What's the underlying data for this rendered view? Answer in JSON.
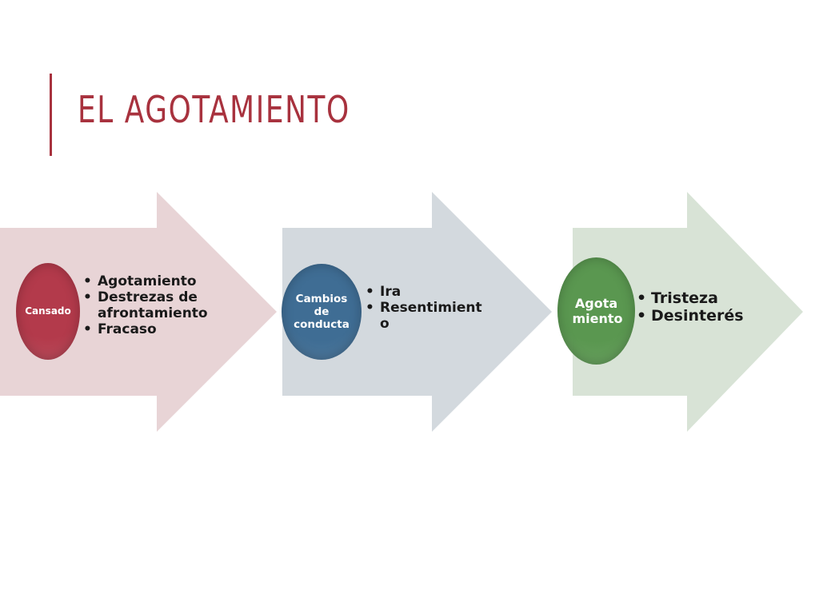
{
  "slide": {
    "title": "EL AGOTAMIENTO",
    "accent_color": "#a8323e"
  },
  "stages": [
    {
      "label": "Cansado",
      "bullets": [
        "Agotamiento",
        "Destrezas de afrontamiento",
        "Fracaso"
      ],
      "circle_color": "#b33a4b",
      "arrow_color": "#e8d4d6"
    },
    {
      "label": "Cambios de conducta",
      "bullets": [
        "Ira",
        "Resentimient o"
      ],
      "circle_color": "#3f6d94",
      "arrow_color": "#d3d9de"
    },
    {
      "label": "Agota miento",
      "bullets": [
        "Tristeza",
        "Desinterés"
      ],
      "circle_color": "#5a9750",
      "arrow_color": "#d8e3d6"
    }
  ]
}
